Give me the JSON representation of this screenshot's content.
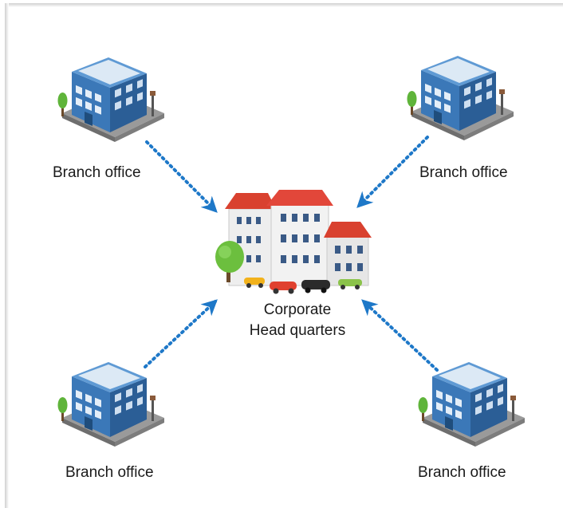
{
  "branches": [
    {
      "label": "Branch office"
    },
    {
      "label": "Branch office"
    },
    {
      "label": "Branch office"
    },
    {
      "label": "Branch office"
    }
  ],
  "headquarters": {
    "line1": "Corporate",
    "line2": "Head quarters"
  },
  "colors": {
    "arrow": "#1e78c8",
    "branch_wall": "#3f7fbf",
    "roof": "#d9412f",
    "hq_wall": "#eeeeee"
  }
}
